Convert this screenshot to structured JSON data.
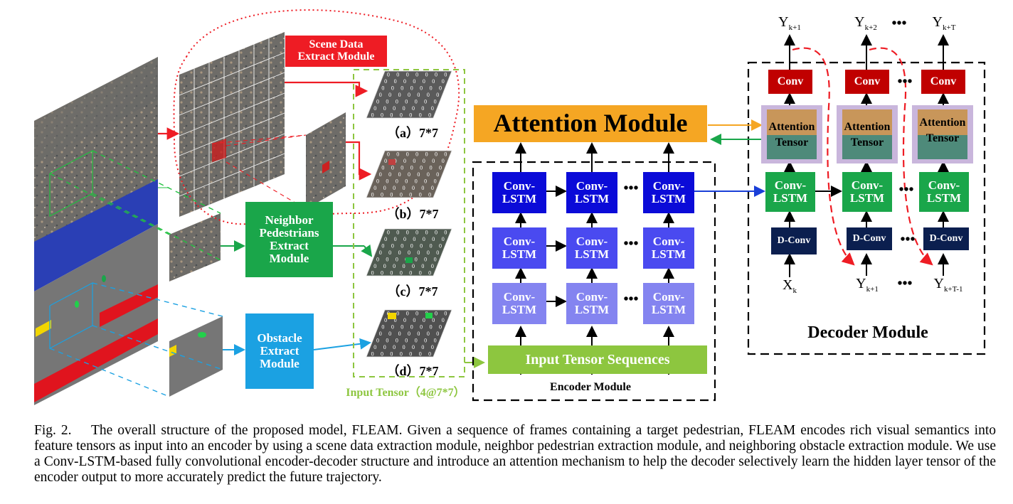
{
  "figure": {
    "scene_module": "Scene Data\nExtract Module",
    "neighbor_module": "Neighbor\nPedestrians\nExtract\nModule",
    "obstacle_module": "Obstacle\nExtract\nModule",
    "grid_labels": [
      "（a）7*7",
      "（b）7*7",
      "（c）7*7",
      "（d）7*7"
    ],
    "input_tensor_label": "Input Tensor（4@7*7）",
    "attention_module": "Attention Module",
    "input_tensor_sequences": "Input Tensor Sequences",
    "encoder_module": "Encoder Module",
    "decoder_module": "Decoder Module",
    "conv_lstm": "Conv-\nLSTM",
    "conv": "Conv",
    "attention_tensor": "Attention\nTensor",
    "d_conv": "D-Conv",
    "dots": "•••",
    "outputs": [
      {
        "base": "Y",
        "sub": "k+1"
      },
      {
        "base": "Y",
        "sub": "k+2"
      },
      {
        "base": "Y",
        "sub": "k+T"
      }
    ],
    "inputs": [
      {
        "base": "X",
        "sub": "k"
      },
      {
        "base": "Y",
        "sub": "k+1"
      },
      {
        "base": "Y",
        "sub": "k+T-1"
      }
    ],
    "grid_digit": "0",
    "colors": {
      "scene_red": "#ee1c24",
      "neighbor_green": "#1aa64a",
      "obstacle_blue": "#1ba1e2",
      "attention_orange": "#f5a623",
      "input_seq_green": "#8dc63f",
      "lstm_dark": "#0b0bd8",
      "lstm_mid": "#4a4af0",
      "lstm_light": "#8484f0",
      "conv_red": "#c00000",
      "attn_tensor_bg": "#c9b6dc",
      "attn_tensor_top": "#c8965a",
      "attn_tensor_bottom": "#4e8a7a",
      "dconv_navy": "#0b1f4f",
      "decoder_lstm_green": "#1aa64a",
      "road_blue": "#2a3fb5",
      "road_gray": "#7a7a7a",
      "road_red": "#e0141e",
      "obstacle_yellow": "#f2d600"
    }
  },
  "caption": {
    "label": "Fig. 2.",
    "text": "The overall structure of the proposed model, FLEAM. Given a sequence of frames containing a target pedestrian, FLEAM encodes rich visual semantics into feature tensors as input into an encoder by using a scene data extraction module, neighbor pedestrian extraction module, and neighboring obstacle extraction module. We use a Conv-LSTM-based fully convolutional encoder-decoder structure and introduce an attention mechanism to help the decoder selectively learn the hidden layer tensor of the encoder output to more accurately predict the future trajectory."
  }
}
